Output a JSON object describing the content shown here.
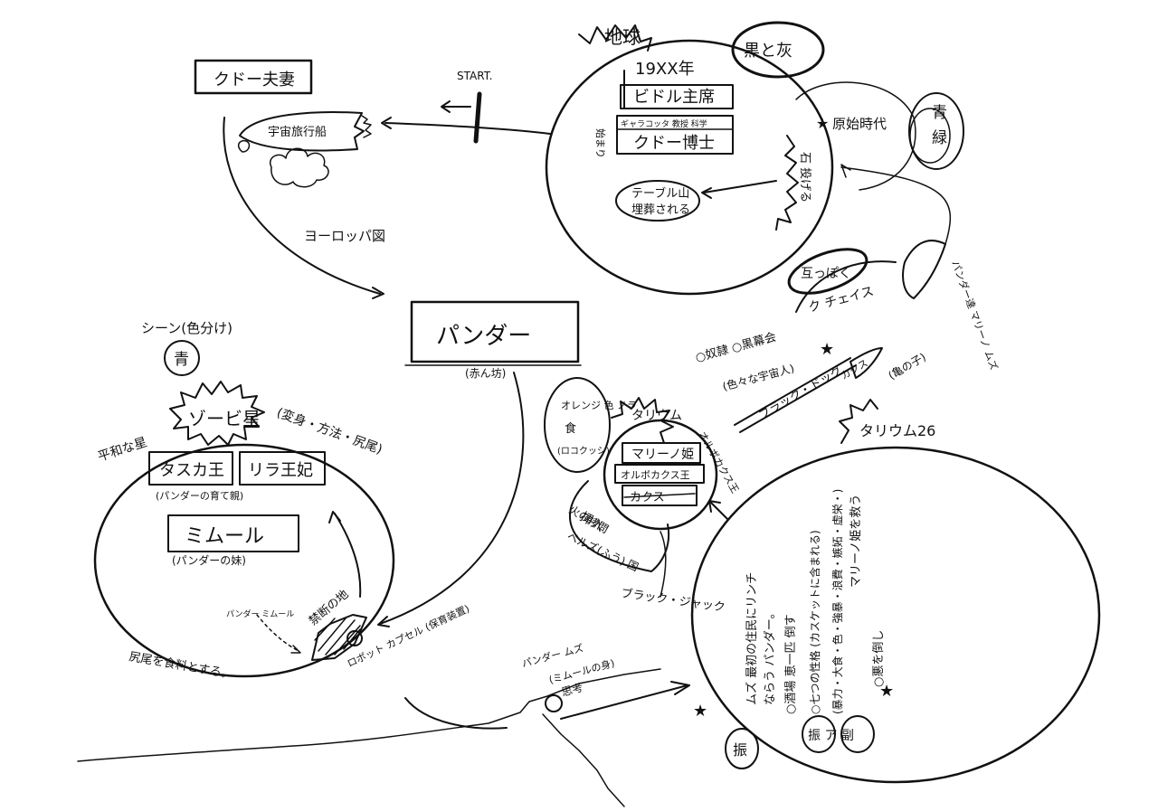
{
  "colors": {
    "ink": "#111111",
    "paper": "#ffffff"
  },
  "labels": {
    "start": "START.",
    "earth": "地球",
    "soot": "黒と灰",
    "year": "19XX年",
    "bidoru": "ビドル主席",
    "gyakkoto": "ギャラコッタ 教授 科学",
    "kudo_hakase": "クドー博士",
    "shisa": "始まり",
    "primitive": "原始時代",
    "ao": "青",
    "midori": "緑",
    "ishi": "石 投げる",
    "table_mountain": "テーブル山",
    "bury": "埋葬される",
    "kudo_couple": "クドー夫妻",
    "rocket": "宇宙旅行船",
    "europe": "ヨーロッパ図",
    "pandar": "パンダー",
    "pandar_sub": "(赤ん坊)",
    "scene": "シーン(色分け)",
    "scene_blue": "青",
    "zobi": "ゾービ星",
    "zobi_note": "(変身・方法・尻尾)",
    "heiwa": "平和な星",
    "tasuka": "タスカ王",
    "rira": "リラ王妃",
    "parents": "(パンダーの育て親)",
    "mimuru": "ミムール",
    "mimuru_note": "(パンダーの妹)",
    "pandar_mimuru": "パンダー ミムール",
    "forbidden": "禁断の地",
    "tail_food": "尻尾を食料とする。",
    "robot": "ロボット カプセル (保育装置)",
    "kotsubo": "互っぽく",
    "kuchi": "ク チェイス",
    "rocket2": "パンダー達 マリーノ ムズ",
    "slaves": "○奴隷 ○黒幕会",
    "aliens": "(色々な宇宙人)",
    "black_dog": "ブラック・ドッグ",
    "kakusu": "カクス",
    "kame": "(亀の子)",
    "taryumu": "タリウム",
    "taryumu26": "タリウム26",
    "orange": "オレンジ 色 ノラ",
    "food": "食",
    "lokokushi": "(ロコクッシ)",
    "marino": "マリーノ姫",
    "orubo": "オルボカクス王",
    "kakusu_box": "カクス",
    "orubo_side": "オルボカクス王",
    "hi_torture": "火の拷問",
    "tekai": "挿入",
    "beruzu": "ベルズ(ふう) 国",
    "black_jack": "ブラック・ジャック",
    "pandar_muzu": "パンダー ムズ",
    "mimuru_body": "(ミムールの身)",
    "shiso": "思考",
    "right_notes": [
      "ムズ 最初の住民にリンチ",
      "ならう パンダー。",
      "○酒場 恵一匹 倒す",
      "○七つの性格 (カスケットに含まれる)",
      "(暴力・大食・色・強暴・浪費・嫉妬・虚栄・)",
      "マリーノ姫を救う",
      "○悪を倒し"
    ],
    "furi": "振",
    "fu_to": "振 ア 副"
  }
}
